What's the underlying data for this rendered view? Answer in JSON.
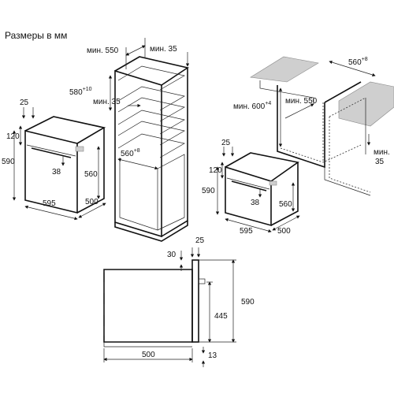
{
  "title": "Размеры в мм",
  "tall_cabinet": {
    "min_width": "мин. 550",
    "min_gap_top": "мин. 35",
    "niche_height": "580",
    "niche_height_tol": "+10",
    "min_gap_side": "мин. 35",
    "niche_width": "560",
    "niche_width_tol": "+8"
  },
  "oven_front_left": {
    "panel_offset": "25",
    "panel_height": "120",
    "height": "590",
    "handle_offset": "38",
    "inner_height": "560",
    "width": "595",
    "depth": "500"
  },
  "under_counter": {
    "niche_width": "560",
    "niche_width_tol": "+8",
    "niche_height_min": "мин. 600",
    "niche_height_tol": "+4",
    "min_depth": "мин. 550",
    "min_gap_label": "мин.",
    "min_gap_value": "35"
  },
  "oven_front_right": {
    "panel_offset": "25",
    "panel_height": "120",
    "height": "590",
    "handle_offset": "38",
    "inner_height": "560",
    "width": "595",
    "depth": "500"
  },
  "side_view": {
    "front_thickness": "25",
    "top_offset": "30",
    "height": "590",
    "lower_height": "445",
    "depth": "500",
    "bottom_offset": "13"
  }
}
